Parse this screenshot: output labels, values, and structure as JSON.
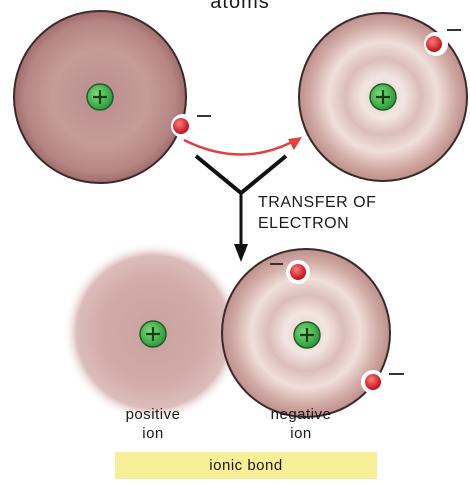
{
  "title": "atoms",
  "transfer_label": [
    "TRANSFER OF",
    "ELECTRON"
  ],
  "positive_ion": [
    "positive",
    "ion"
  ],
  "negative_ion": [
    "negative",
    "ion"
  ],
  "bond_label": "ionic bond",
  "colors": {
    "atom_fill": "#c9a09c",
    "atom_rim": "#3a2a2a",
    "nucleus": "#3bb54a",
    "electron": "#d8282f",
    "arrow_red": "#e0403f",
    "label_bg": "#f6ef98"
  }
}
